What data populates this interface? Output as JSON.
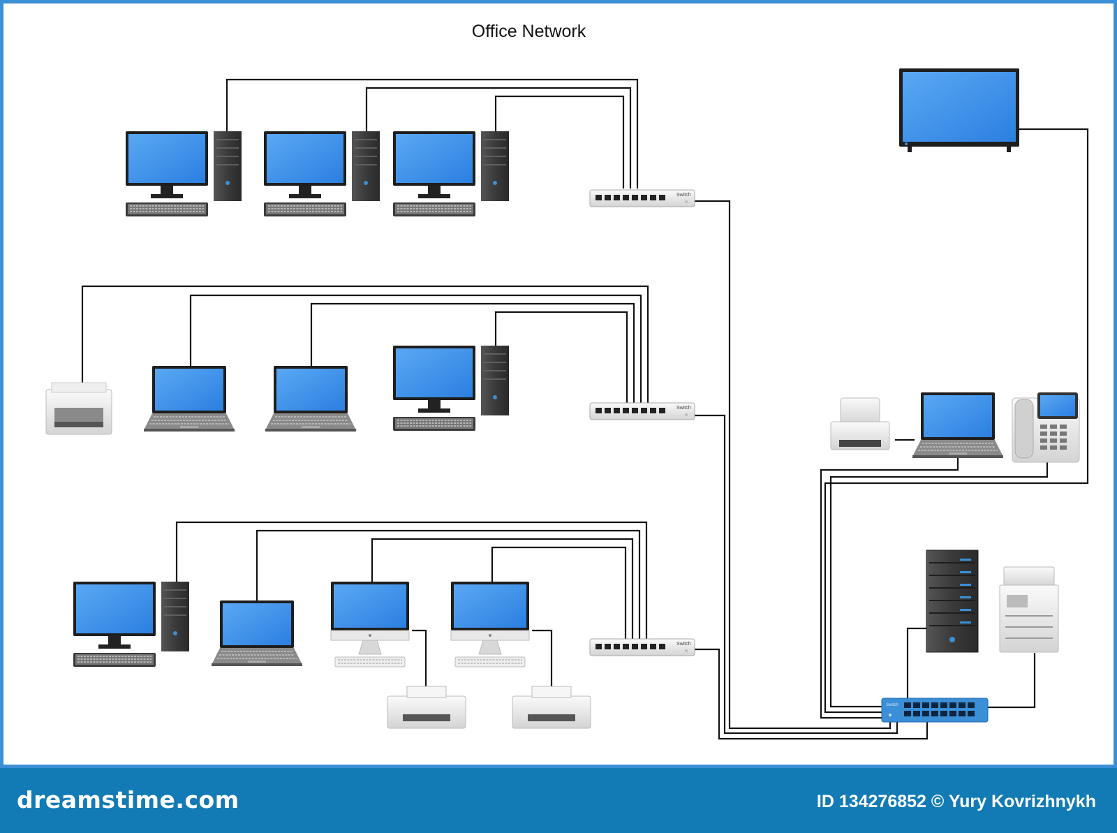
{
  "diagram": {
    "title": "Office Network",
    "switch_label": "Switch",
    "main_switch_label": "Switch"
  },
  "footer": {
    "logo": "dreamstime.com",
    "credit": "ID 134276852 © Yury Kovrizhnykh"
  },
  "colors": {
    "frame": "#3a8fd6",
    "footer": "#127bb5",
    "screen": "#3d8ee8",
    "cable": "#111111",
    "main_switch": "#3a8fd6"
  }
}
